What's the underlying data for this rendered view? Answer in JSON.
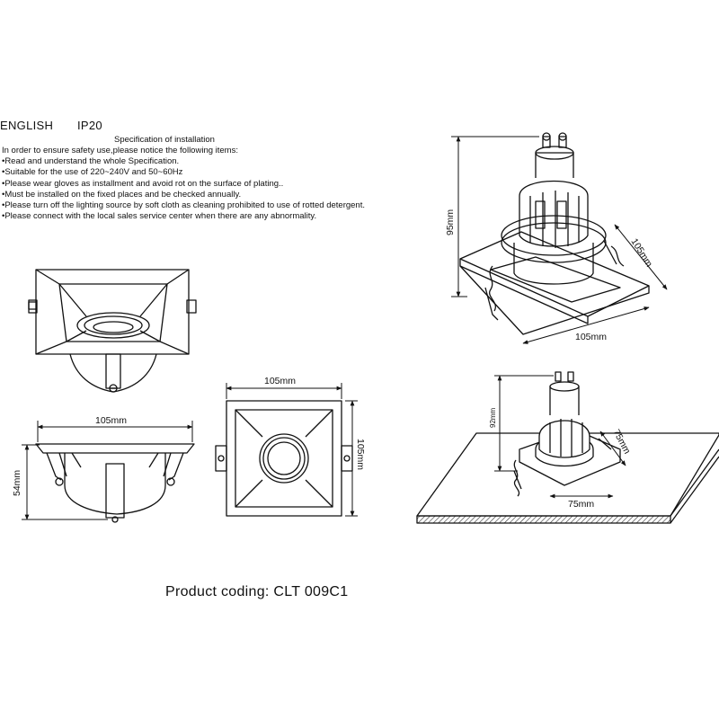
{
  "header": {
    "language": "ENGLISH",
    "ip_rating": "IP20",
    "spec_title": "Specification of installation"
  },
  "spec_lines": [
    "In order to ensure safety use,please notice the following items:",
    "•Read and understand the whole Specification.",
    "•Suitable for the use of 220~240V and 50~60Hz",
    "•Please wear gloves as installment and avoid rot on the surface of plating..",
    "•Must be installed on the fixed places and be checked annually.",
    "•Please turn off the lighting source by soft cloth as cleaning prohibited to use of rotted detergent.",
    "•Please connect with the local sales service center when there are any abnormality."
  ],
  "dimensions": {
    "front_width": "105mm",
    "front_height": "54mm",
    "top_width": "105mm",
    "top_height": "105mm",
    "iso_height": "95mm",
    "iso_depth": "105mm",
    "iso_width": "105mm",
    "cut_height": "92mm",
    "cut_depth": "75mm",
    "cut_width": "75mm"
  },
  "product_coding": "Product coding: CLT 009C1"
}
